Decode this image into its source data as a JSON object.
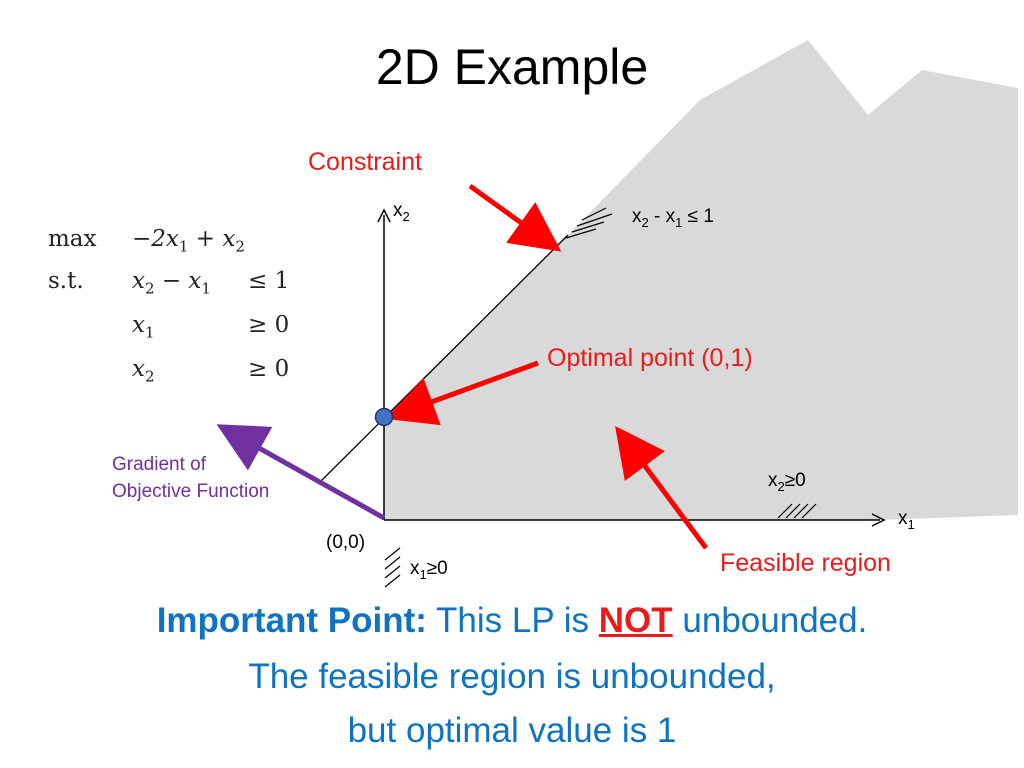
{
  "slide": {
    "title": "2D Example"
  },
  "lp": {
    "rows": [
      {
        "label": "max",
        "expr": "−2x",
        "expr_sub": "1",
        "expr_tail": " + x",
        "expr_tail_sub": "2",
        "rel": ""
      },
      {
        "label": "s.t.",
        "expr": "x",
        "expr_sub": "2",
        "expr_tail": " − x",
        "expr_tail_sub": "1",
        "rel": "≤ 1"
      },
      {
        "label": "",
        "expr": "x",
        "expr_sub": "1",
        "expr_tail": "",
        "expr_tail_sub": "",
        "rel": "≥ 0"
      },
      {
        "label": "",
        "expr": "x",
        "expr_sub": "2",
        "expr_tail": "",
        "expr_tail_sub": "",
        "rel": "≥ 0"
      }
    ]
  },
  "annotations": {
    "constraint": "Constraint",
    "optimal_point": "Optimal point (0,1)",
    "feasible_region": "Feasible region",
    "gradient_line1": "Gradient of",
    "gradient_line2": "Objective Function"
  },
  "axes": {
    "x_label": "x",
    "x_sub": "1",
    "y_label": "x",
    "y_sub": "2",
    "origin": "(0,0)"
  },
  "constraint_labels": {
    "c1_a": "x",
    "c1_a_sub": "2",
    "c1_mid": " - x",
    "c1_b_sub": "1",
    "c1_rel": " ≤ 1",
    "c2_var": "x",
    "c2_sub": "2",
    "c2_rel": "≥0",
    "c3_var": "x",
    "c3_sub": "1",
    "c3_rel": "≥0"
  },
  "bottom": {
    "lead": "Important Point:",
    "text1": " This LP is ",
    "not": "NOT",
    "text2": " unbounded.",
    "line2": "The feasible region is unbounded,",
    "line3": "but optimal value is 1"
  },
  "colors": {
    "region": "#d9d9d9",
    "arrow_red": "#ff0000",
    "arrow_purple": "#7030a0",
    "point": "#4472c4",
    "text_blue": "#1073c2"
  }
}
